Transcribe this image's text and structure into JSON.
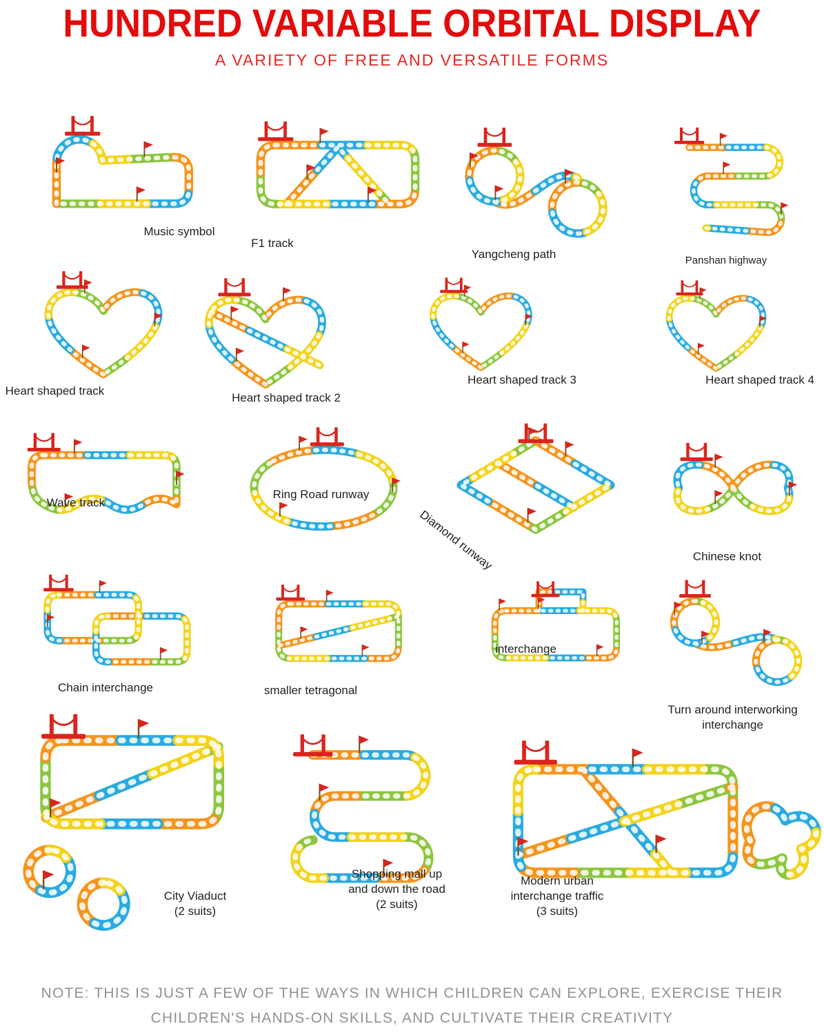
{
  "header": {
    "title": "HUNDRED VARIABLE ORBITAL DISPLAY",
    "subtitle": "A VARIETY OF FREE AND VERSATILE FORMS"
  },
  "tracks": [
    {
      "id": "music",
      "label": "Music symbol"
    },
    {
      "id": "f1",
      "label": "F1 track"
    },
    {
      "id": "yangcheng",
      "label": "Yangcheng path"
    },
    {
      "id": "panshan",
      "label": "Panshan highway"
    },
    {
      "id": "heart1",
      "label": "Heart shaped track"
    },
    {
      "id": "heart2",
      "label": "Heart shaped track 2"
    },
    {
      "id": "heart3",
      "label": "Heart shaped track 3"
    },
    {
      "id": "heart4",
      "label": "Heart shaped track 4"
    },
    {
      "id": "wave",
      "label": "Wave track"
    },
    {
      "id": "ring",
      "label": "Ring Road runway"
    },
    {
      "id": "diamond",
      "label": "Diamond runway"
    },
    {
      "id": "knot",
      "label": "Chinese knot"
    },
    {
      "id": "chain",
      "label": "Chain interchange"
    },
    {
      "id": "tetragonal",
      "label": "smaller  tetragonal"
    },
    {
      "id": "interchange",
      "label": "interchange"
    },
    {
      "id": "turnaround",
      "label": "Turn around interworking\ninterchange"
    },
    {
      "id": "city",
      "label": "City Viaduct\n(2 suits)"
    },
    {
      "id": "mall",
      "label": "Shopping mall up\nand down the road\n(2 suits)"
    },
    {
      "id": "modern",
      "label": "Modern urban\ninterchange traffic\n(3 suits)"
    }
  ],
  "footer": {
    "line1": "NOTE: THIS IS JUST A FEW OF THE WAYS IN WHICH CHILDREN CAN EXPLORE, EXERCISE THEIR",
    "line2": "CHILDREN'S HANDS-ON SKILLS, AND CULTIVATE THEIR CREATIVITY"
  },
  "colors": {
    "title_red": "#e30b0b",
    "track_green": "#8cc63f",
    "track_orange": "#f7941d",
    "track_blue": "#29abe2",
    "track_yellow": "#f5d31b",
    "accent_red": "#d9251d",
    "flag_pole_brown": "#7a4a21",
    "label_dark": "#1f1f1f",
    "note_gray": "#8e9296"
  }
}
